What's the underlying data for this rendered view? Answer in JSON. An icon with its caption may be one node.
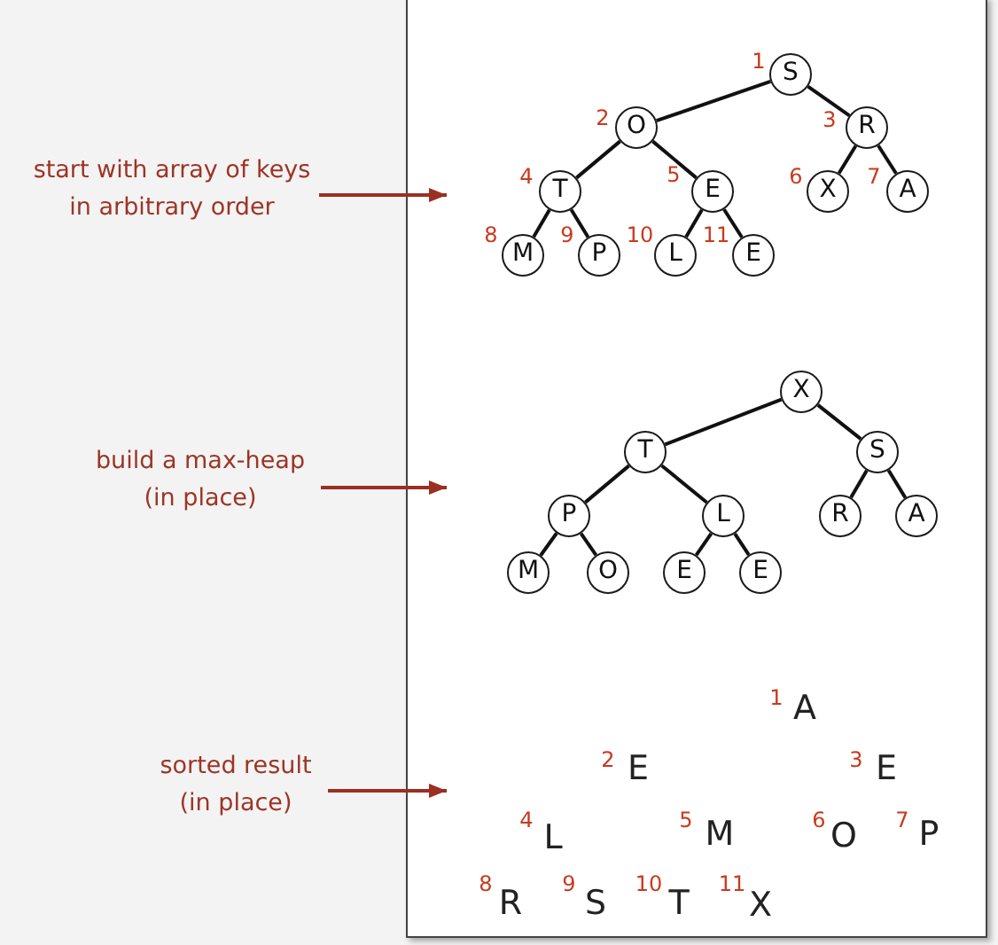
{
  "diagram": {
    "nodes": [
      {
        "text": [
          "start with array of keys in arbitrary order"
        ]
      },
      {
        "text": [
          "S"
        ],
        "beside": [
          "1"
        ]
      },
      {
        "text": [
          "O"
        ],
        "beside": [
          "2"
        ]
      },
      {
        "text": [
          "R"
        ],
        "beside": [
          "3"
        ]
      },
      {
        "text": [
          "T"
        ],
        "beside": [
          "4"
        ]
      },
      {
        "text": [
          "E"
        ],
        "beside": [
          "5"
        ]
      },
      {
        "text": [
          "X"
        ],
        "beside": [
          "6"
        ]
      },
      {
        "text": [
          "A"
        ],
        "beside": [
          "7"
        ]
      },
      {
        "text": [
          "M"
        ],
        "beside": [
          "8"
        ]
      },
      {
        "text": [
          "P"
        ],
        "beside": [
          "9"
        ]
      },
      {
        "text": [
          "L"
        ],
        "beside": [
          "10"
        ]
      },
      {
        "text": [
          "E"
        ],
        "beside": [
          "11"
        ]
      },
      {
        "text": [
          "build a max-heap (in place)"
        ]
      },
      {
        "text": [
          "X"
        ]
      },
      {
        "text": [
          "T"
        ]
      },
      {
        "text": [
          "S"
        ]
      },
      {
        "text": [
          "P"
        ]
      },
      {
        "text": [
          "L"
        ]
      },
      {
        "text": [
          "R"
        ]
      },
      {
        "text": [
          "A"
        ]
      },
      {
        "text": [
          "M"
        ]
      },
      {
        "text": [
          "O"
        ]
      },
      {
        "text": [
          "E"
        ]
      },
      {
        "text": [
          "E"
        ]
      },
      {
        "text": [
          "sorted result (in place)"
        ]
      }
    ],
    "edges": [
      {
        "from": 1,
        "to": 2,
        "arrow": "none"
      },
      {
        "from": 1,
        "to": 3,
        "arrow": "none"
      },
      {
        "from": 2,
        "to": 4,
        "arrow": "none"
      },
      {
        "from": 2,
        "to": 5,
        "arrow": "none"
      },
      {
        "from": 3,
        "to": 6,
        "arrow": "none"
      },
      {
        "from": 3,
        "to": 7,
        "arrow": "none"
      },
      {
        "from": 4,
        "to": 8,
        "arrow": "none"
      },
      {
        "from": 4,
        "to": 9,
        "arrow": "none"
      },
      {
        "from": 5,
        "to": 10,
        "arrow": "none"
      },
      {
        "from": 5,
        "to": 11,
        "arrow": "none"
      },
      {
        "from": 13,
        "to": 14,
        "arrow": "none"
      },
      {
        "from": 13,
        "to": 15,
        "arrow": "none"
      },
      {
        "from": 14,
        "to": 16,
        "arrow": "none"
      },
      {
        "from": 14,
        "to": 17,
        "arrow": "none"
      },
      {
        "from": 15,
        "to": 18,
        "arrow": "none"
      },
      {
        "from": 15,
        "to": 19,
        "arrow": "none"
      },
      {
        "from": 16,
        "to": 20,
        "arrow": "none"
      },
      {
        "from": 16,
        "to": 21,
        "arrow": "none"
      },
      {
        "from": 17,
        "to": 22,
        "arrow": "none"
      },
      {
        "from": 17,
        "to": 23,
        "arrow": "none"
      },
      {
        "from": 0,
        "to": null,
        "arrow": "to",
        "color": "#9b2f22"
      },
      {
        "from": 12,
        "to": null,
        "arrow": "to",
        "color": "#9b2f22"
      },
      {
        "from": 24,
        "to": null,
        "arrow": "to",
        "color": "#9b2f22"
      }
    ],
    "labels": [
      "1",
      "A",
      "2",
      "E",
      "3",
      "E",
      "4",
      "L",
      "5",
      "M",
      "6",
      "O",
      "7",
      "P",
      "8",
      "R",
      "9",
      "S",
      "10",
      "T",
      "11",
      "X"
    ]
  }
}
